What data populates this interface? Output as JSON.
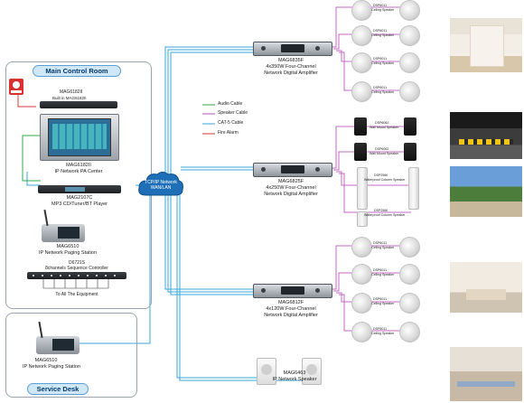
{
  "control_room": {
    "title": "Main Control Room",
    "top_device": {
      "model": "MAG6182II",
      "sub": "Built in MAG6182II"
    },
    "pa_center": {
      "model": "MAG6182II",
      "desc": "IP Network PA Center"
    },
    "cd_player": {
      "model": "MAG2107C",
      "desc": "MP3 CD/Tuner/BT Player"
    },
    "paging": {
      "model": "MAG6510",
      "desc": "IP Network Paging  Station"
    },
    "sequencer": {
      "model": "D6721S",
      "desc": "8channels Sequence Controller",
      "note": "To All The Equipment"
    }
  },
  "service_desk": {
    "title": "Service Desk",
    "paging": {
      "model": "MAG6510",
      "desc": "IP Network Paging  Station"
    }
  },
  "network": {
    "line1": "TCP/IP Network",
    "line2": "WAN/LAN"
  },
  "legend": [
    {
      "label": "Audio Cable",
      "color": "#2fae4a"
    },
    {
      "label": "Speaker Cable",
      "color": "#b05ab8"
    },
    {
      "label": "CAT-5 Cable",
      "color": "#3aa7d8"
    },
    {
      "label": "Fire  Alarm",
      "color": "#d23a3a"
    }
  ],
  "amplifiers": [
    {
      "model": "MAG6835F",
      "desc1": "4x350W Four-Channel",
      "desc2": "Network Digital Amplifier"
    },
    {
      "model": "MAG6825F",
      "desc1": "4x250W Four-Channel",
      "desc2": "Network Digital Amplifier"
    },
    {
      "model": "MAG6812F",
      "desc1": "4x120W Four-Channel",
      "desc2": "Network Digital Amplifier"
    }
  ],
  "speaker_groups": [
    {
      "model": "DSP6011",
      "desc": "Ceiling Speaker"
    },
    {
      "model": "DSP6011",
      "desc": "Ceiling Speaker"
    },
    {
      "model": "DSP6011",
      "desc": "Ceiling Speaker"
    },
    {
      "model": "DSP6011",
      "desc": "Ceiling Speaker"
    },
    {
      "model": "DSP6062",
      "desc": "Wall Mount Speaker"
    },
    {
      "model": "DSP6062",
      "desc": "Wall Mount Speaker"
    },
    {
      "model": "DSP256II",
      "desc": "Waterproof Column Speaker"
    },
    {
      "model": "DSP256II",
      "desc": "Waterproof Column Speaker"
    },
    {
      "model": "DSP6011",
      "desc": "Ceiling Speaker"
    },
    {
      "model": "DSP6011",
      "desc": "Ceiling Speaker"
    },
    {
      "model": "DSP6011",
      "desc": "Ceiling Speaker"
    },
    {
      "model": "DSP6011",
      "desc": "Ceiling Speaker"
    }
  ],
  "ip_speaker": {
    "model": "MAG6463",
    "desc": "IP Network Speaker"
  },
  "colors": {
    "audio": "#2fae4a",
    "speaker": "#c46ac9",
    "cat5": "#3aa7d8",
    "fire": "#d23a3a"
  }
}
